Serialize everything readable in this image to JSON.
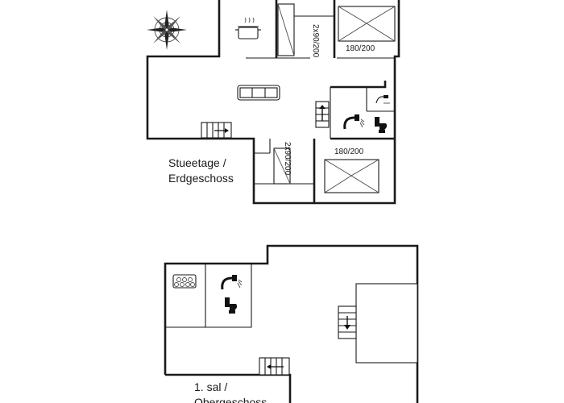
{
  "ground_floor": {
    "name_line1": "Stueetage /",
    "name_line2": "Erdgeschoss",
    "beds": [
      {
        "size": "180/200"
      },
      {
        "size": "2x90/200"
      },
      {
        "size": "2x90/200"
      },
      {
        "size": "180/200"
      }
    ],
    "symbols": [
      "kitchen-stove",
      "sofa",
      "staircase-up",
      "shower",
      "toilet",
      "sink",
      "entrance-steps"
    ]
  },
  "upper_floor": {
    "name_line1": "1. sal /",
    "name_line2": "Obergeschoss",
    "symbols": [
      "hot-tub",
      "shower",
      "toilet",
      "staircase-down",
      "staircase"
    ]
  },
  "compass": {
    "icon": "compass-rose"
  }
}
